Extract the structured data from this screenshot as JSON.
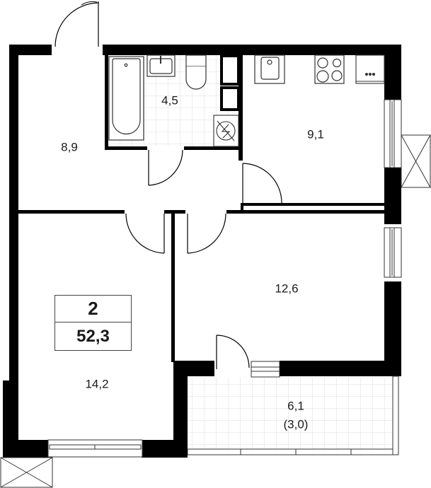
{
  "plan": {
    "room_count": "2",
    "total_area": "52,3",
    "colors": {
      "wall": "#000000",
      "tile": "#e0e0e0",
      "fixture_stroke": "#333333",
      "background": "#ffffff"
    }
  },
  "rooms": [
    {
      "id": "hallway",
      "area": "8,9"
    },
    {
      "id": "bathroom",
      "area": "4,5"
    },
    {
      "id": "kitchen",
      "area": "9,1"
    },
    {
      "id": "living-room",
      "area": "14,2"
    },
    {
      "id": "bedroom",
      "area": "12,6"
    },
    {
      "id": "loggia",
      "area": "6,1",
      "reduced_area": "(3,0)"
    }
  ],
  "icons": [
    "bathtub-icon",
    "sink-icon",
    "toilet-icon",
    "washing-machine-icon",
    "kitchen-sink-icon",
    "stove-icon",
    "oven-icon",
    "door-swing-icon",
    "window-icon",
    "ventilation-box-icon"
  ]
}
